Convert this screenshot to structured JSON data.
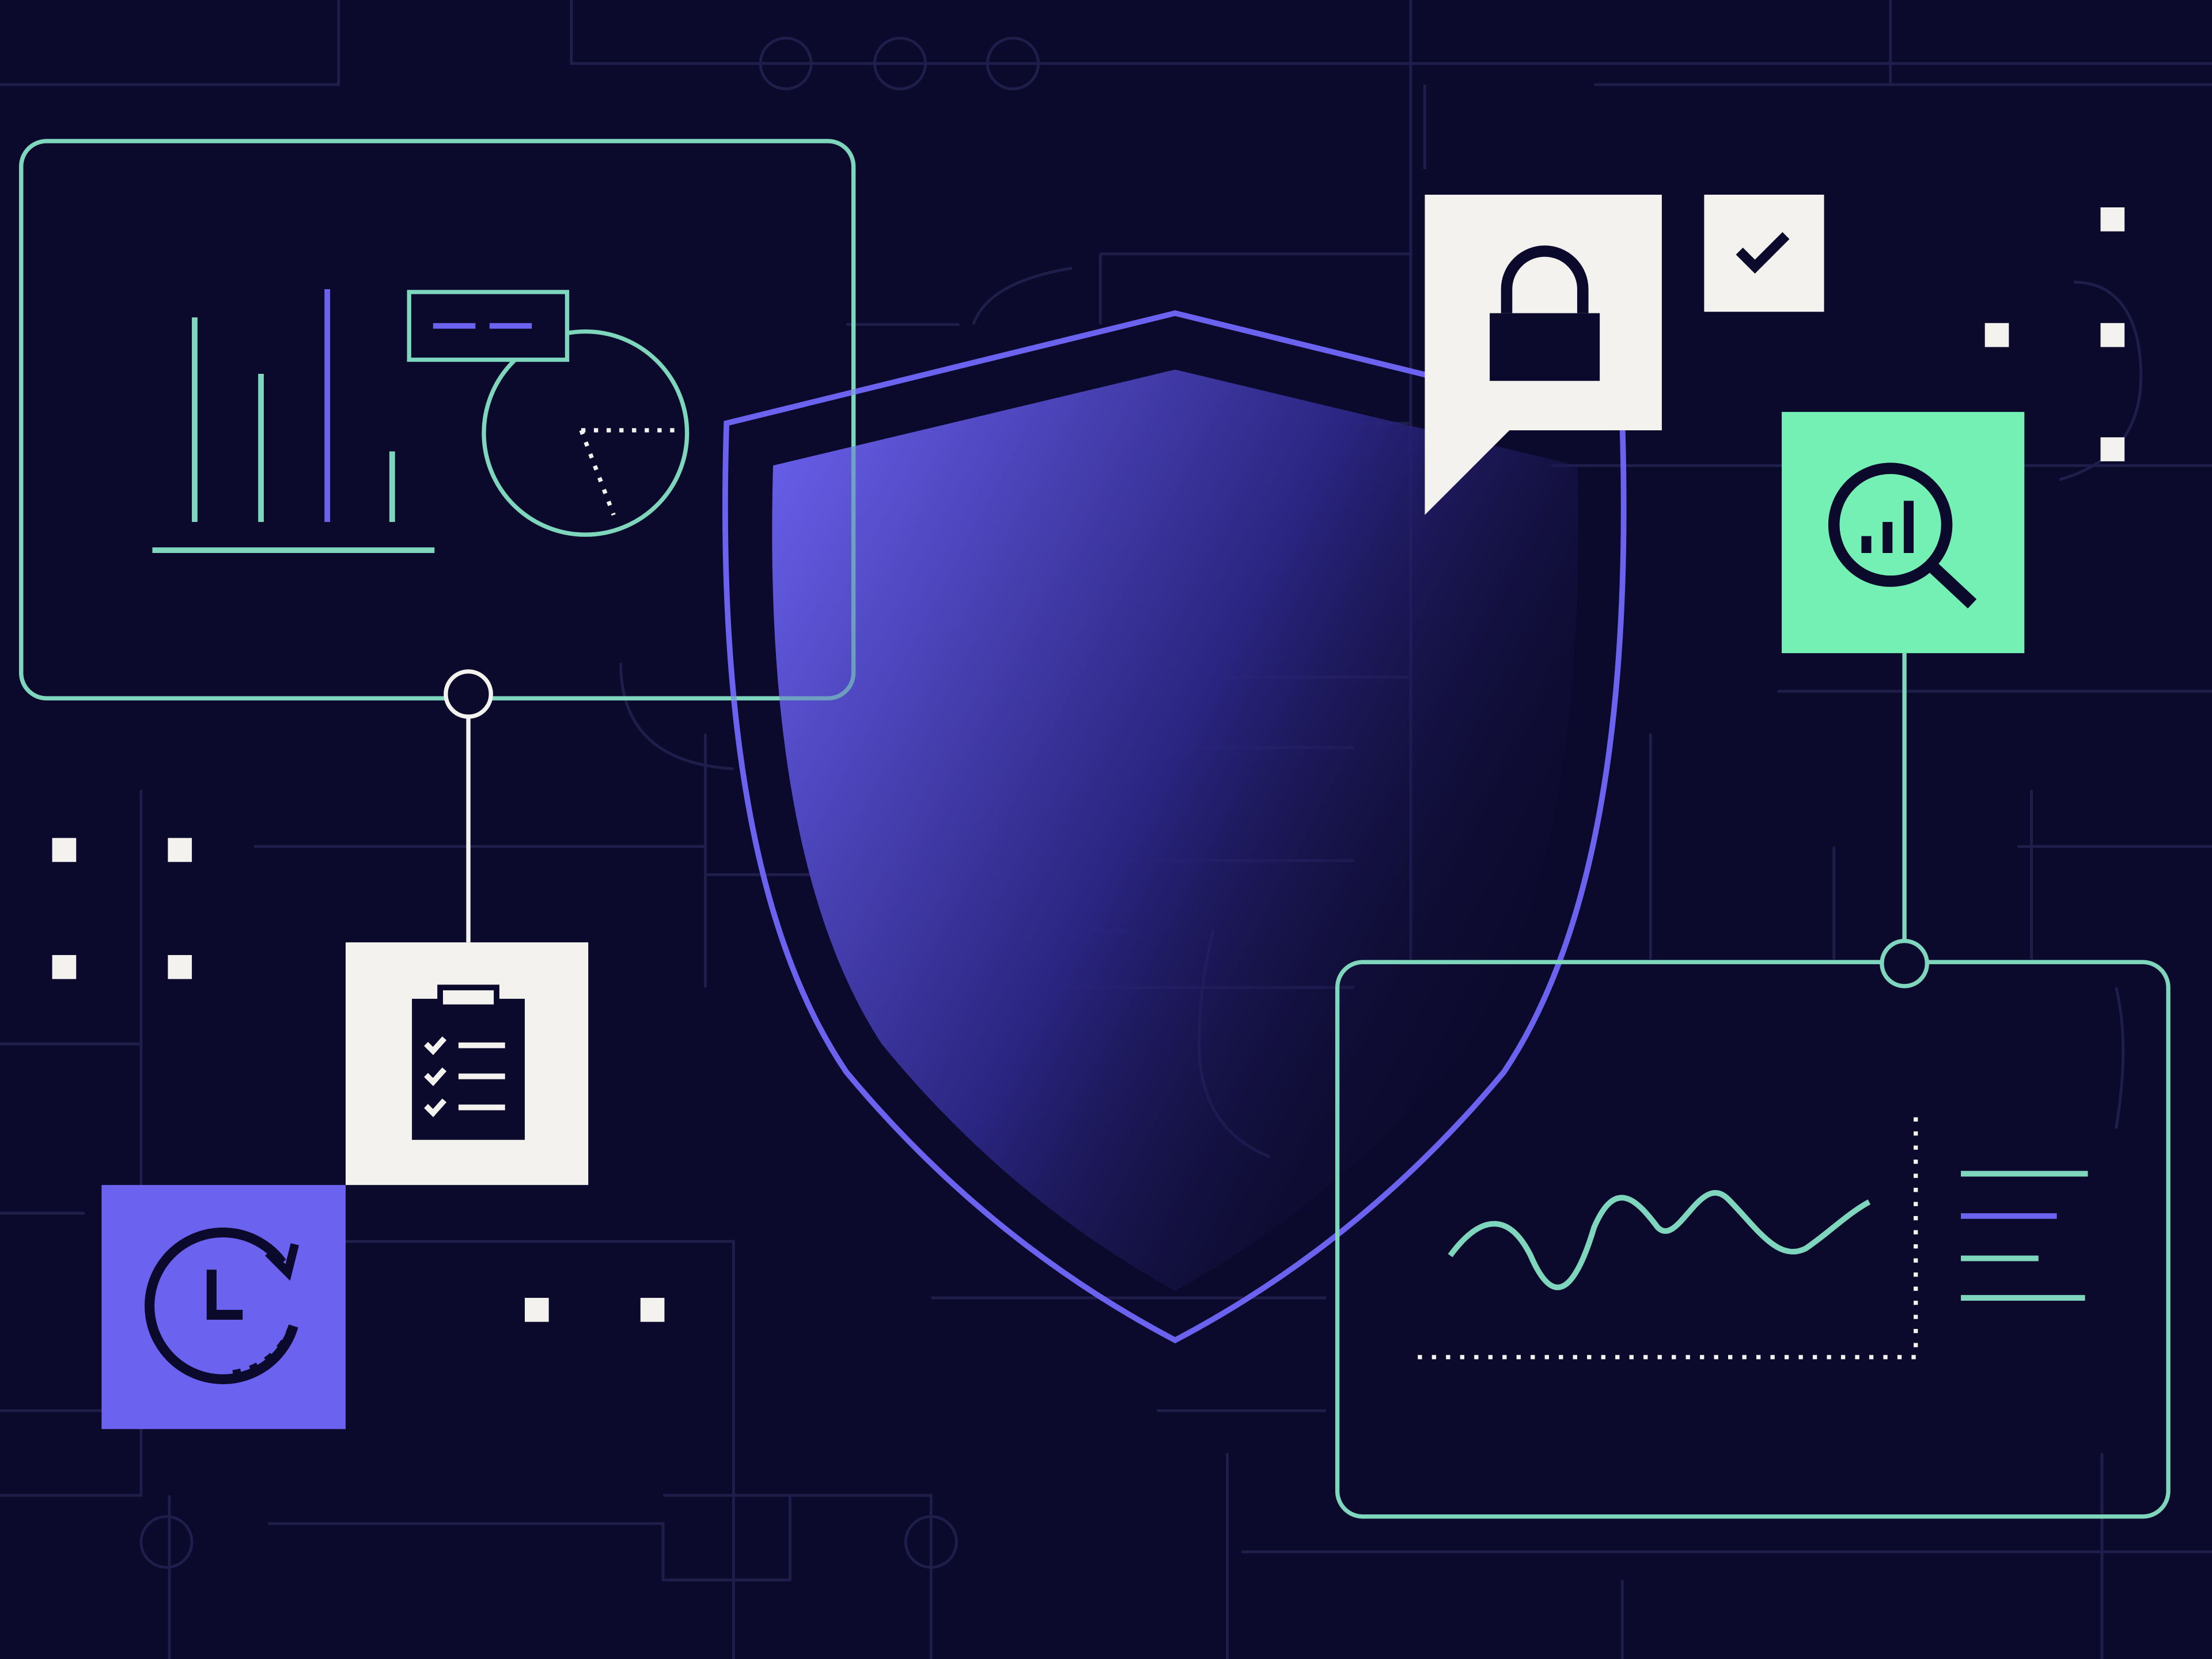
{
  "illustration": {
    "theme": "cybersecurity-monitoring",
    "colors": {
      "background": "#0c0a2c",
      "circuit": "#1f1d4a",
      "teal": "#7ed6bd",
      "purple": "#6c62f0",
      "mint": "#74f0b4",
      "card_white": "#f4f2ee",
      "icon_dark": "#0c0a2c"
    },
    "icons": [
      "bar-chart-panel",
      "pie-chart-icon",
      "shield-icon",
      "lock-icon",
      "checkmark-icon",
      "search-analytics-icon",
      "clipboard-checklist-icon",
      "clock-refresh-icon",
      "waveform-chart-panel"
    ]
  }
}
